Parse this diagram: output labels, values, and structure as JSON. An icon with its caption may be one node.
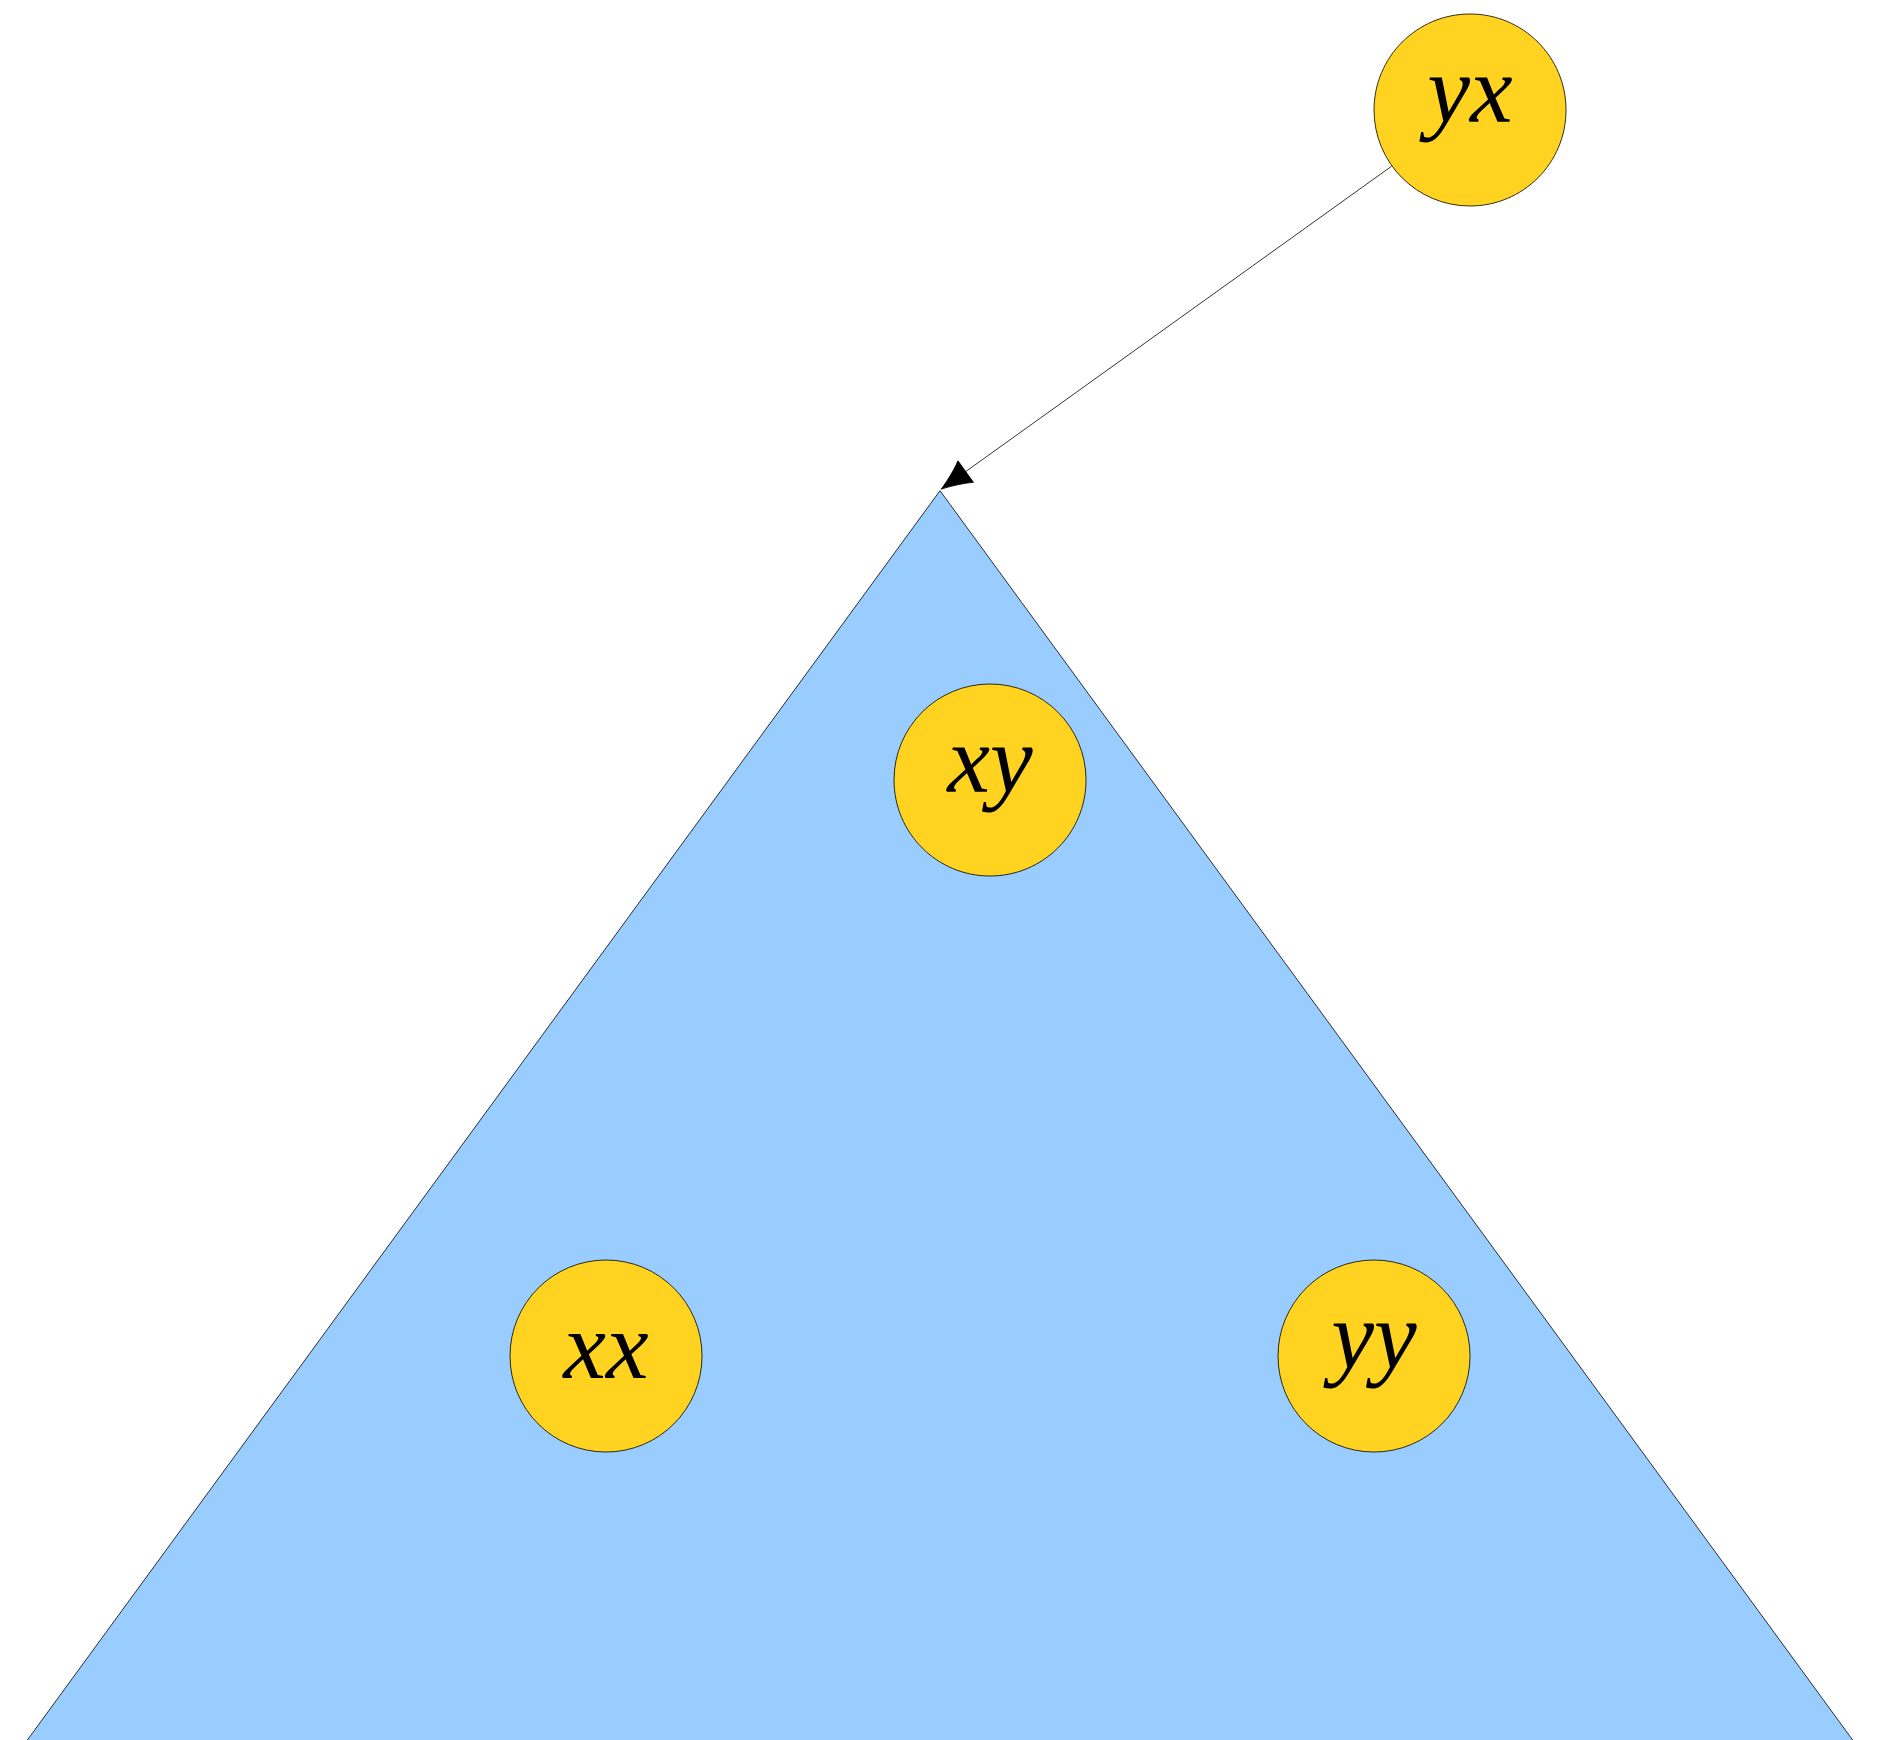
{
  "diagram": {
    "nodes": [
      {
        "text": [
          "yx"
        ]
      },
      {
        "text": [],
        "shape": "triangle"
      },
      {
        "text": [
          "xy"
        ],
        "in": 1
      },
      {
        "text": [
          "xx"
        ],
        "in": 1
      },
      {
        "text": [
          "yy"
        ],
        "in": 1
      }
    ],
    "edges": [
      {
        "from": 0,
        "to": 1,
        "arrow": "to"
      }
    ]
  }
}
